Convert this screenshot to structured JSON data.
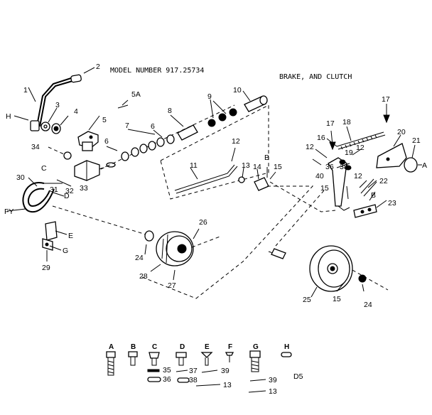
{
  "header": {
    "model": "MODEL NUMBER 917.25734",
    "section": "BRAKE, AND CLUTCH",
    "code": "D5"
  },
  "callouts": [
    "1",
    "2",
    "3",
    "4",
    "5",
    "5A",
    "6",
    "6",
    "7",
    "8",
    "9",
    "10",
    "11",
    "12",
    "12",
    "12",
    "12",
    "13",
    "14",
    "15",
    "15",
    "15",
    "16",
    "17",
    "17",
    "18",
    "19",
    "20",
    "21",
    "22",
    "23",
    "24",
    "24",
    "25",
    "26",
    "27",
    "28",
    "29",
    "30",
    "31",
    "32",
    "33",
    "34",
    "36",
    "38",
    "40",
    "B",
    "B",
    "C",
    "D",
    "E",
    "G",
    "A",
    "H",
    "FY"
  ],
  "hardware_key": {
    "types": [
      "A",
      "B",
      "C",
      "D",
      "E",
      "F",
      "G",
      "H"
    ],
    "refs": [
      "35",
      "36",
      "37",
      "38",
      "39",
      "13",
      "39",
      "13"
    ]
  }
}
